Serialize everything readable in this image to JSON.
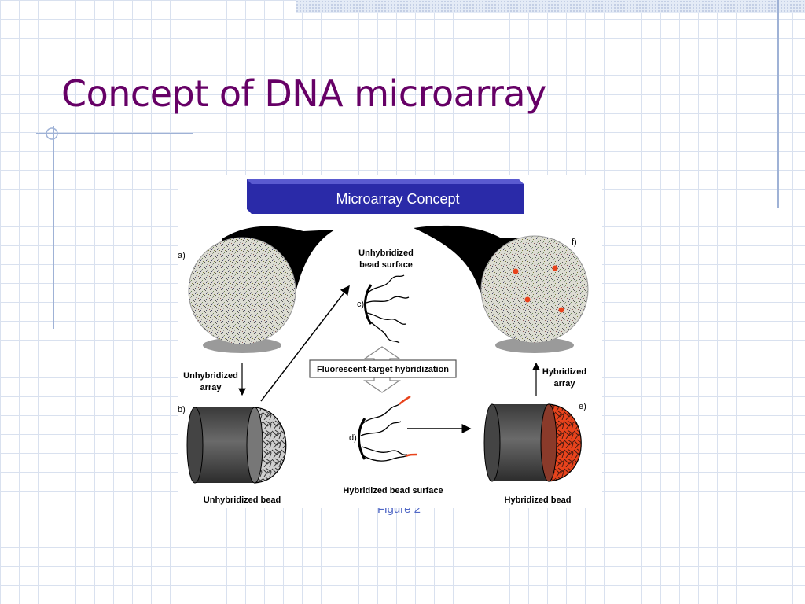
{
  "slide": {
    "title": "Concept of DNA microarray",
    "caption": "Figure 2"
  },
  "figure": {
    "header": "Microarray Concept",
    "panel_letters": {
      "a": "a)",
      "b": "b)",
      "c": "c)",
      "d": "d)",
      "e": "e)",
      "f": "f)"
    },
    "labels": {
      "unhybridized_surface_1": "Unhybridized",
      "unhybridized_surface_2": "bead surface",
      "unhybridized_array_1": "Unhybridized",
      "unhybridized_array_2": "array",
      "hybridization": "Fluorescent-target hybridization",
      "hybridized_array_1": "Hybridized",
      "hybridized_array_2": "array",
      "unhybridized_bead": "Unhybridized bead",
      "hybridized_surface": "Hybridized bead surface",
      "hybridized_bead": "Hybridized bead"
    }
  },
  "colors": {
    "title": "#660066",
    "header_bg": "#2a2aa8",
    "grid": "#d9e1ef",
    "caption": "#5168c6",
    "fluor": "#e8431c"
  }
}
